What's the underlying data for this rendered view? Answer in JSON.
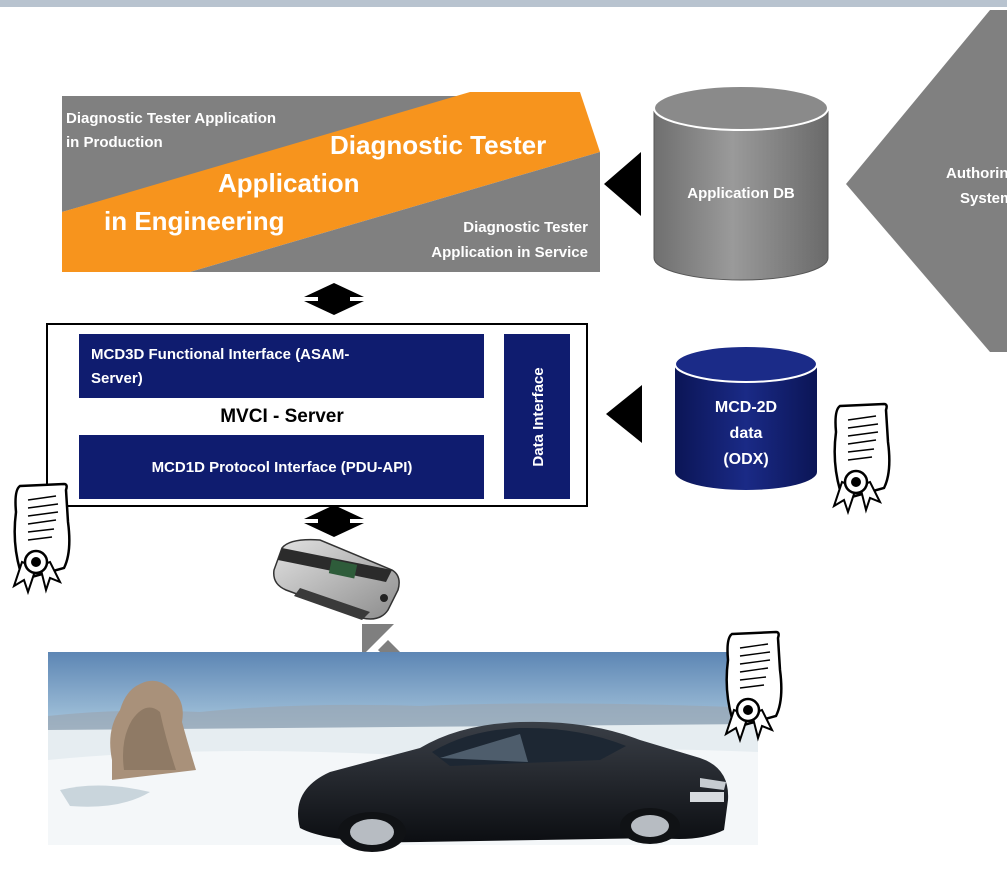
{
  "colors": {
    "top_band": "#b8c3cf",
    "gray_block": "#808080",
    "orange_block": "#f7941d",
    "navy": "#0f1c6f",
    "arrow": "#000000",
    "gray_arrow": "#7f7f7f"
  },
  "tester_apps": {
    "production": [
      "Diagnostic Tester Application",
      "in Production"
    ],
    "engineering": [
      "Diagnostic Tester",
      "Application",
      "in Engineering"
    ],
    "service": [
      "Diagnostic Tester",
      "Application in Service"
    ]
  },
  "application_db": {
    "label": "Application DB"
  },
  "authoring_system": {
    "label": [
      "Authoring",
      "System"
    ]
  },
  "mvci_server": {
    "title": "MVCI - Server",
    "mcd3d": [
      "MCD3D Functional Interface (ASAM-",
      "Server)"
    ],
    "mcd1d": "MCD1D Protocol Interface (PDU-API)",
    "data_interface": "Data  Interface"
  },
  "mcd2d_db": {
    "label": [
      "MCD-2D",
      "data",
      "(ODX)"
    ]
  },
  "icons": {
    "certificates": [
      "certificate-icon",
      "certificate-icon",
      "certificate-icon"
    ],
    "vci_device": "vci-device-icon",
    "vehicle_photo": "vehicle-photo"
  }
}
